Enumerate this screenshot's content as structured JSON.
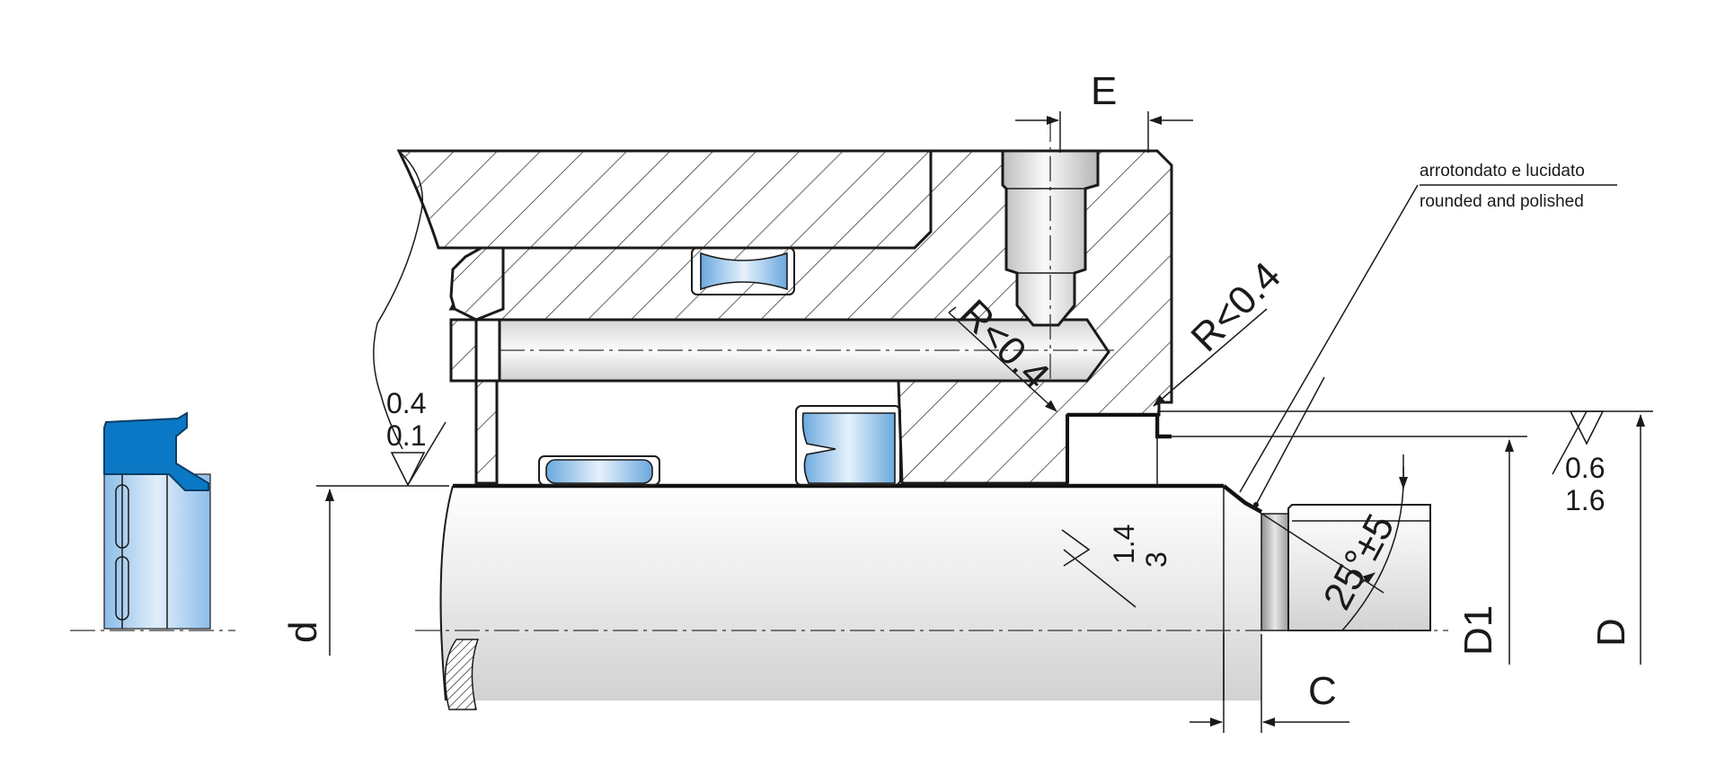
{
  "labels": {
    "E": "E",
    "C": "C",
    "d": "d",
    "D1": "D1",
    "D": "D",
    "radius_left": "R<0.4",
    "radius_right": "R<0.4",
    "angle": "25°",
    "angle_tolerance": "±5"
  },
  "roughness": {
    "bore_top": "0.4",
    "bore_bottom": "0.1",
    "rod_top": "1.4",
    "rod_bottom": "3",
    "housing_top": "0.6",
    "housing_bottom": "1.6"
  },
  "note": {
    "italian": "arrotondato e lucidato",
    "english": "rounded and polished"
  },
  "colors": {
    "seal": "#0a78c4",
    "seal_light": "#a9cdee",
    "hatch": "#222222",
    "steel_light": "#f2f2f2",
    "steel_dark": "#c4c4c4"
  },
  "icons": {
    "roughness_symbol": "triangle-down",
    "arrow": "dimension-arrow"
  }
}
